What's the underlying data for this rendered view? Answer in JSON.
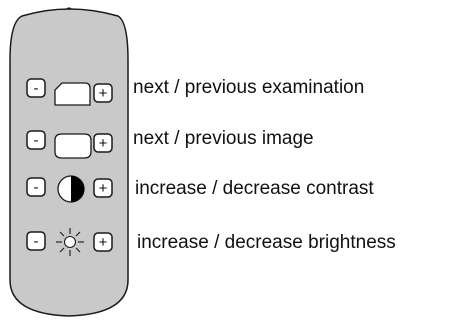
{
  "rows": [
    {
      "label": "next / previous examination",
      "minus": "-",
      "plus": "+",
      "icon": "folder-icon"
    },
    {
      "label": "next / previous image",
      "minus": "-",
      "plus": "+",
      "icon": "image-frame-icon"
    },
    {
      "label": "increase / decrease contrast",
      "minus": "-",
      "plus": "+",
      "icon": "contrast-icon"
    },
    {
      "label": "increase / decrease brightness",
      "minus": "-",
      "plus": "+",
      "icon": "brightness-sun-icon"
    }
  ],
  "colors": {
    "remote_body": "#c9c9c9",
    "button_fill": "#ffffff",
    "outline": "#1a1a1a"
  }
}
